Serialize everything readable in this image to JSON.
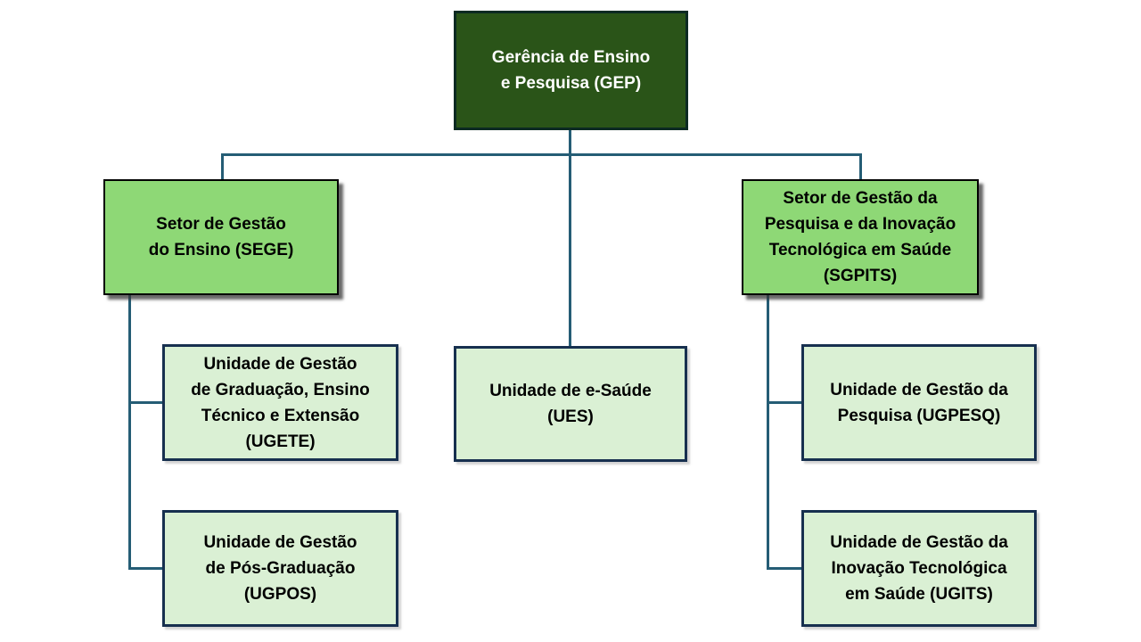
{
  "diagram_type": "org-chart",
  "colors": {
    "background": "#ffffff",
    "root_fill": "#2a5418",
    "root_border": "#0c2a22",
    "root_text": "#ffffff",
    "sector_fill": "#8ed876",
    "sector_border": "#000000",
    "sector_text": "#000000",
    "unit_fill": "#daf0d4",
    "unit_border": "#17304f",
    "unit_text": "#000000",
    "connector": "#255d75"
  },
  "nodes": {
    "gep": {
      "level": "root",
      "abbr": "GEP",
      "label": "Gerência de Ensino\ne Pesquisa (GEP)"
    },
    "sege": {
      "level": "sector",
      "abbr": "SEGE",
      "label": "Setor de Gestão\ndo Ensino (SEGE)"
    },
    "sgpits": {
      "level": "sector",
      "abbr": "SGPITS",
      "label": "Setor de Gestão da\nPesquisa e da Inovação\nTecnológica em Saúde\n(SGPITS)"
    },
    "ugete": {
      "level": "unit",
      "abbr": "UGETE",
      "label": "Unidade de Gestão\nde Graduação, Ensino\nTécnico e Extensão\n(UGETE)"
    },
    "ues": {
      "level": "unit",
      "abbr": "UES",
      "label": "Unidade de e-Saúde\n(UES)"
    },
    "ugpesq": {
      "level": "unit",
      "abbr": "UGPESQ",
      "label": "Unidade de Gestão da\nPesquisa (UGPESQ)"
    },
    "ugpos": {
      "level": "unit",
      "abbr": "UGPOS",
      "label": "Unidade de Gestão\nde Pós-Graduação\n(UGPOS)"
    },
    "ugits": {
      "level": "unit",
      "abbr": "UGITS",
      "label": "Unidade de Gestão da\nInovação Tecnológica\nem Saúde (UGITS)"
    }
  },
  "edges": [
    {
      "from": "gep",
      "to": "sege"
    },
    {
      "from": "gep",
      "to": "ues"
    },
    {
      "from": "gep",
      "to": "sgpits"
    },
    {
      "from": "sege",
      "to": "ugete"
    },
    {
      "from": "sege",
      "to": "ugpos"
    },
    {
      "from": "sgpits",
      "to": "ugpesq"
    },
    {
      "from": "sgpits",
      "to": "ugits"
    }
  ]
}
